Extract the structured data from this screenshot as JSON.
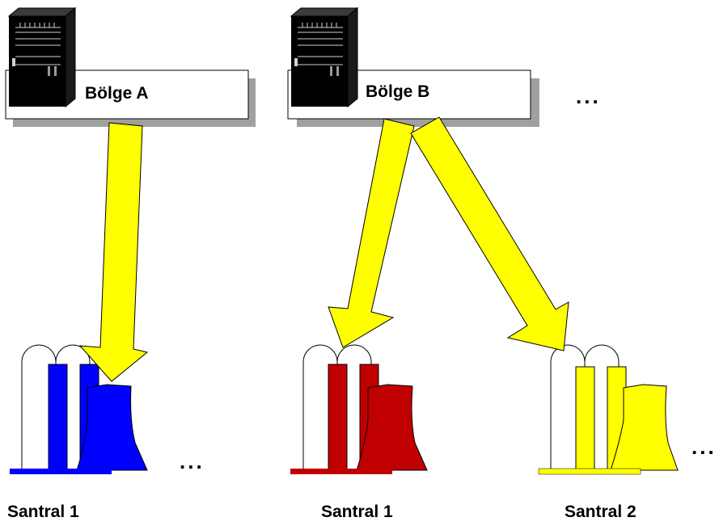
{
  "regions": [
    {
      "id": "a",
      "label": "Bölge A"
    },
    {
      "id": "b",
      "label": "Bölge B"
    }
  ],
  "plants": [
    {
      "id": "a1",
      "label": "Santral 1",
      "color": "#0000ff"
    },
    {
      "id": "b1",
      "label": "Santral 1",
      "color": "#c00000"
    },
    {
      "id": "b2",
      "label": "Santral 2",
      "color": "#ffff00"
    }
  ],
  "ellipsis": "...",
  "colors": {
    "arrow_fill": "#ffff00",
    "box_shadow": "#a0a0a0",
    "server_body": "#000000"
  },
  "icons": [
    "server-icon",
    "power-plant-icon",
    "arrow-icon"
  ]
}
